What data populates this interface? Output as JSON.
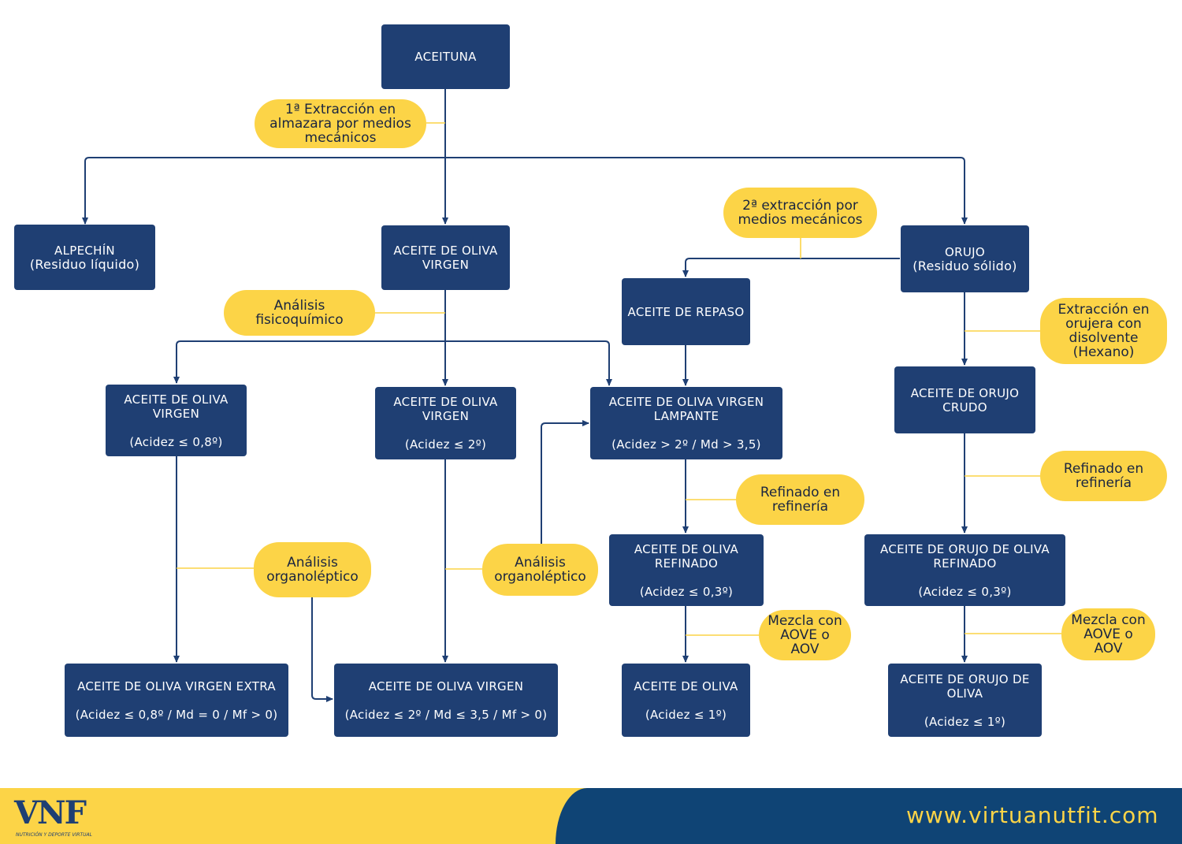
{
  "colors": {
    "box": "#1f3f73",
    "pill": "#fcd447",
    "line": "#1f3f73",
    "footer_blue": "#0f4475"
  },
  "nodes": {
    "aceituna": {
      "line1": "ACEITUNA"
    },
    "alpechin": {
      "line1": "ALPECHÍN",
      "line2": "(Residuo líquido)"
    },
    "aov_top": {
      "line1": "ACEITE DE OLIVA",
      "line2": "VIRGEN"
    },
    "orujo": {
      "line1": "ORUJO",
      "line2": "(Residuo sólido)"
    },
    "repaso": {
      "line1": "ACEITE DE REPASO"
    },
    "aov_08": {
      "line1": "ACEITE DE OLIVA",
      "line2": "VIRGEN",
      "line3": "(Acidez ≤ 0,8º)"
    },
    "aov_2": {
      "line1": "ACEITE DE OLIVA",
      "line2": "VIRGEN",
      "line3": "(Acidez ≤ 2º)"
    },
    "lampante": {
      "line1": "ACEITE DE OLIVA VIRGEN",
      "line2": "LAMPANTE",
      "line3": "(Acidez > 2º / Md > 3,5)"
    },
    "orujo_crudo": {
      "line1": "ACEITE DE ORUJO",
      "line2": "CRUDO"
    },
    "aceite_refinado": {
      "line1": "ACEITE DE OLIVA",
      "line2": "REFINADO",
      "line3": "(Acidez ≤ 0,3º)"
    },
    "orujo_refinado": {
      "line1": "ACEITE DE ORUJO DE OLIVA",
      "line2": "REFINADO",
      "line3": "(Acidez ≤ 0,3º)"
    },
    "aove": {
      "line1": "ACEITE DE OLIVA VIRGEN EXTRA",
      "line3": "(Acidez ≤ 0,8º / Md = 0 / Mf > 0)"
    },
    "aov_final": {
      "line1": "ACEITE DE OLIVA VIRGEN",
      "line3": "(Acidez ≤ 2º / Md ≤ 3,5 / Mf > 0)"
    },
    "aceite_oliva": {
      "line1": "ACEITE DE OLIVA",
      "line3": "(Acidez ≤ 1º)"
    },
    "orujo_oliva": {
      "line1": "ACEITE DE ORUJO DE",
      "line2": "OLIVA",
      "line3": "(Acidez ≤ 1º)"
    }
  },
  "labels": {
    "extraccion1": "1ª Extracción en almazara por medios mecánicos",
    "extraccion2": "2ª extracción por medios mecánicos",
    "fisicoquimico": "Análisis fisicoquímico",
    "disolvente": "Extracción en orujera con disolvente (Hexano)",
    "refinado1": "Refinado en refinería",
    "refinado2": "Refinado en refinería",
    "organoleptico1": "Análisis organoléptico",
    "organoleptico2": "Análisis organoléptico",
    "mezcla1": "Mezcla con AOVE o AOV",
    "mezcla2": "Mezcla con AOVE o AOV"
  },
  "footer": {
    "url": "www.virtuanutfit.com",
    "logo_text": "VNF",
    "logo_tagline": "NUTRICIÓN Y DEPORTE VIRTUAL"
  }
}
